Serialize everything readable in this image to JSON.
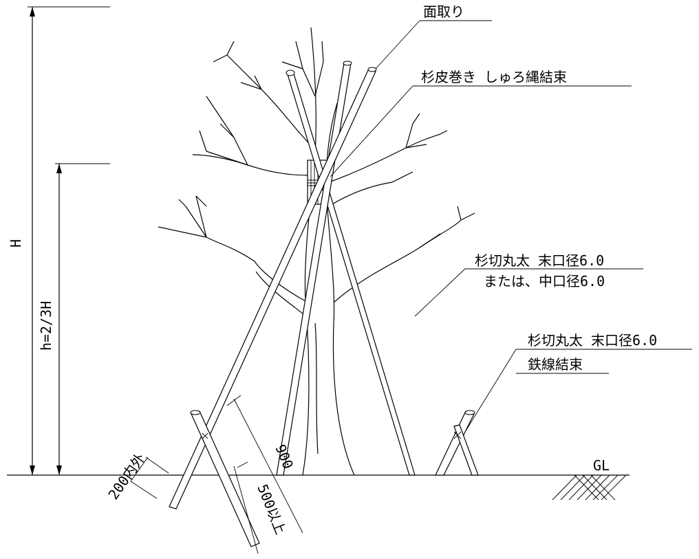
{
  "labels": {
    "chamfer": "面取り",
    "cedar_bark_wrap": "杉皮巻き しゅろ縄結束",
    "log_main_1": "杉切丸太 末口径6.0",
    "log_main_2": "または、中口径6.0",
    "log_stake": "杉切丸太 末口径6.0",
    "wire_binding": "鉄線結束",
    "ground_line": "GL",
    "height_H": "H",
    "height_h": "h=2/3H",
    "dim_200": "200内外",
    "dim_500": "500以上",
    "dim_900": "900"
  },
  "colors": {
    "line": "#000000",
    "background": "#ffffff"
  }
}
